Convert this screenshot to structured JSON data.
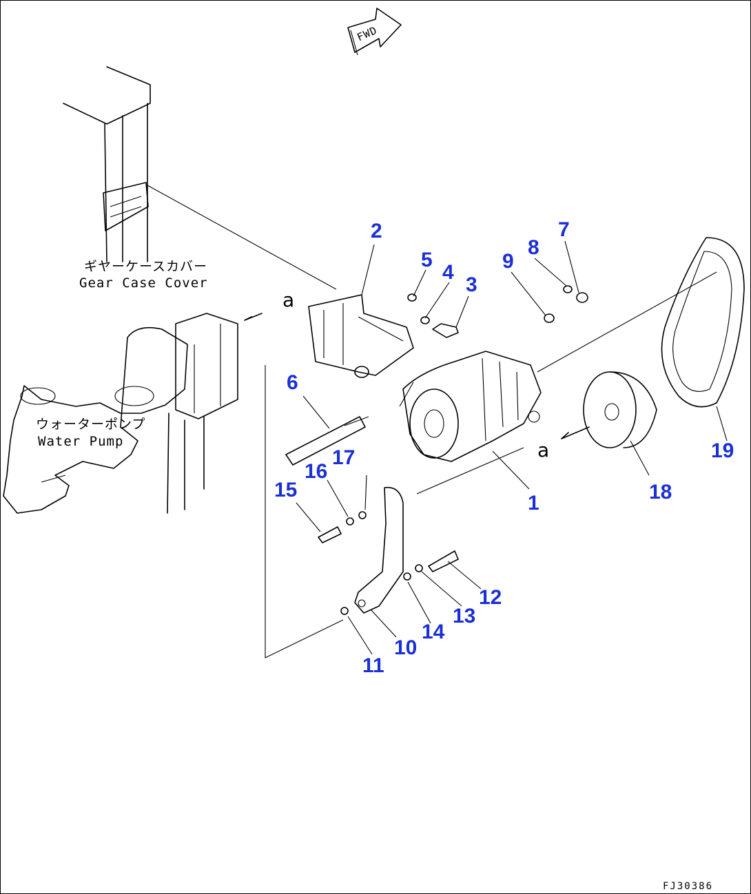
{
  "direction_label": "FWD",
  "gear_case_cover": {
    "jp": "ギヤーケースカバー",
    "en": "Gear Case Cover"
  },
  "water_pump": {
    "jp": "ウォーターポンプ",
    "en": "Water Pump"
  },
  "ref_mark": "a",
  "drawing_code": "FJ30386",
  "part_numbers": [
    "1",
    "2",
    "3",
    "4",
    "5",
    "6",
    "7",
    "8",
    "9",
    "10",
    "11",
    "12",
    "13",
    "14",
    "15",
    "16",
    "17",
    "18",
    "19"
  ]
}
